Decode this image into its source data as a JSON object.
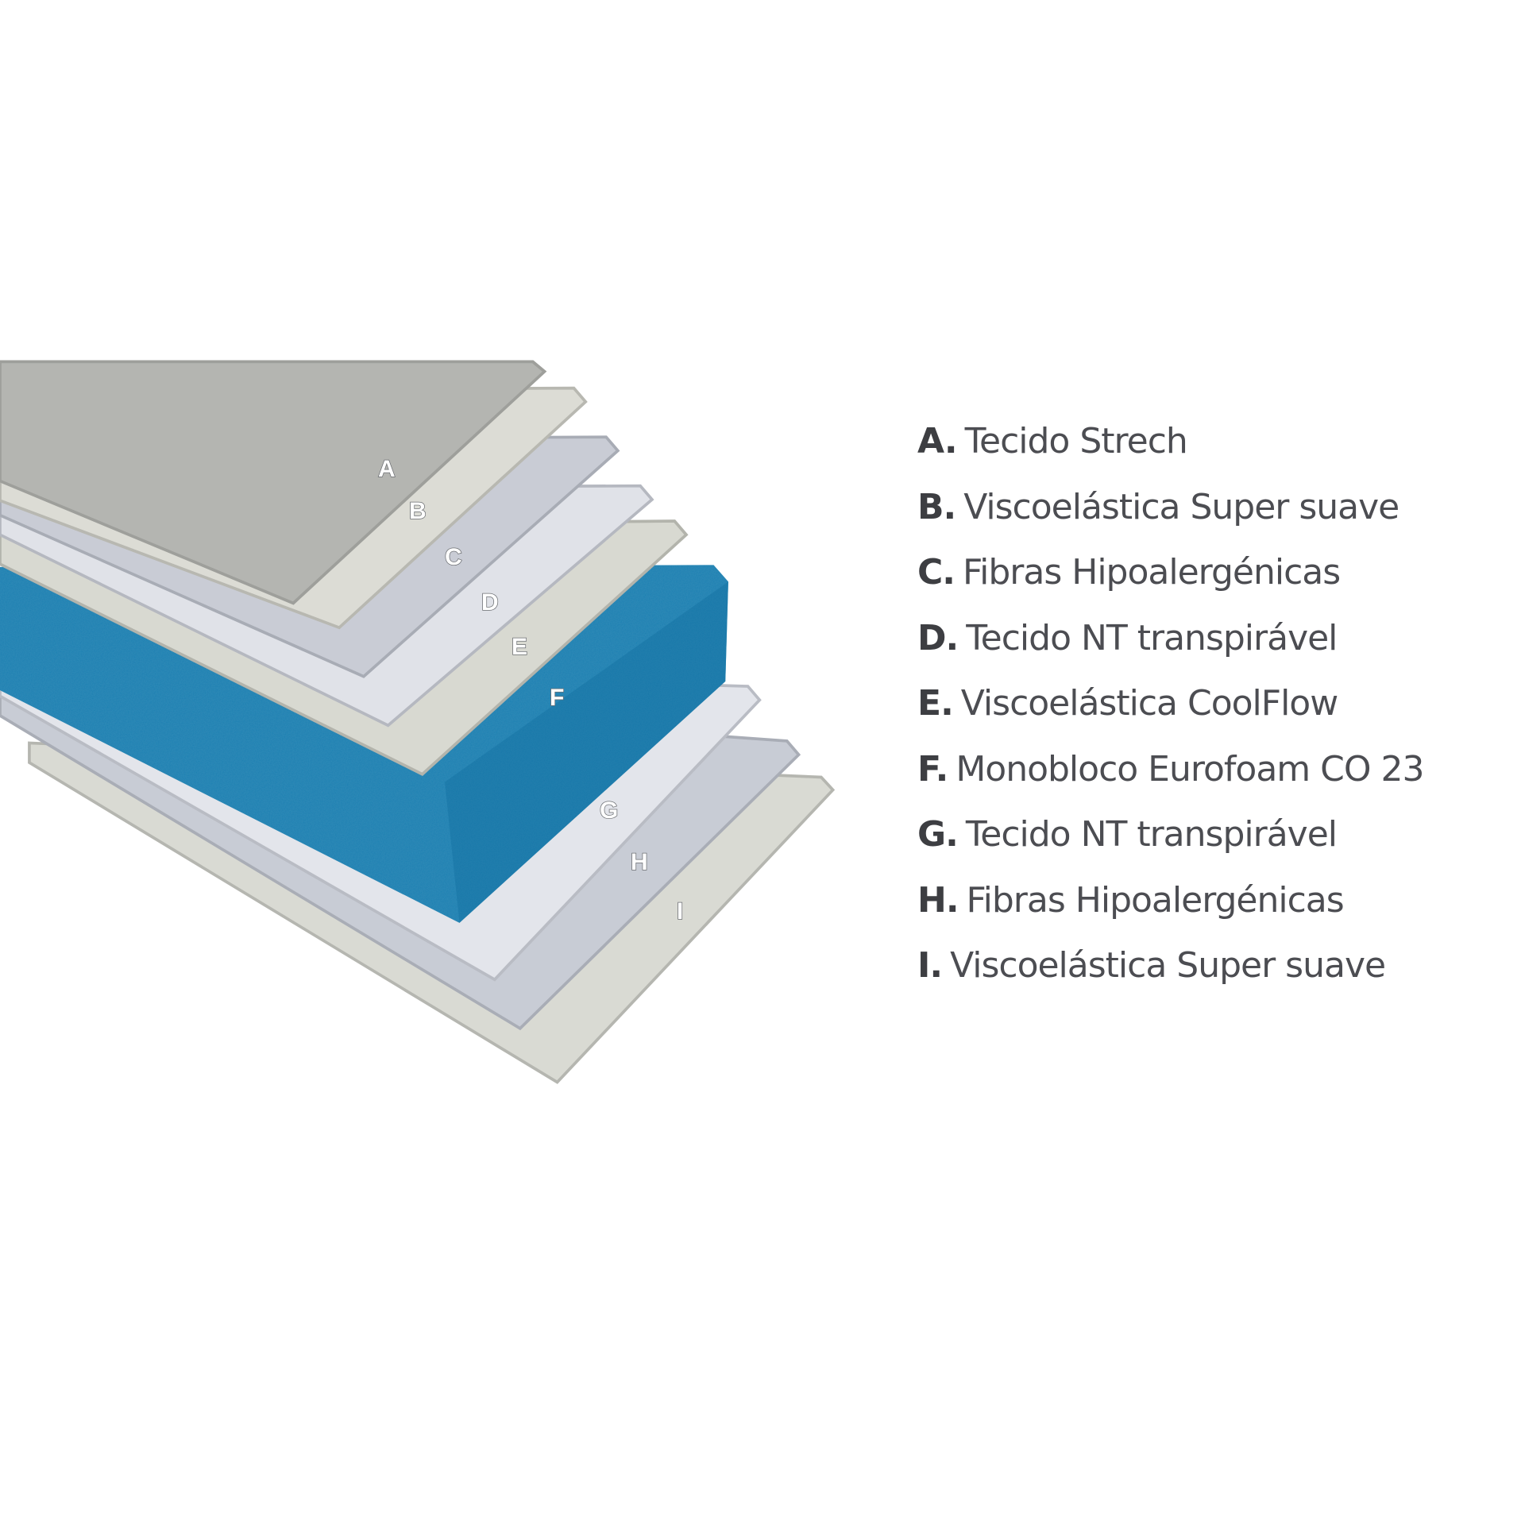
{
  "diagram": {
    "layers": [
      {
        "letter": "A",
        "name": "Tecido Strech",
        "color": "#b4b5b1"
      },
      {
        "letter": "B",
        "name": "Viscoelástica Super suave",
        "color": "#dcdcd5"
      },
      {
        "letter": "C",
        "name": "Fibras Hipoalergénicas",
        "color": "#c9ccd5"
      },
      {
        "letter": "D",
        "name": "Tecido NT transpirável",
        "color": "#e0e2e8"
      },
      {
        "letter": "E",
        "name": "Viscoelástica CoolFlow",
        "color": "#d8d9d1"
      },
      {
        "letter": "F",
        "name": "Monobloco Eurofoam CO 23",
        "color": "#1f80b2"
      },
      {
        "letter": "G",
        "name": "Tecido NT transpirável",
        "color": "#e3e5eb"
      },
      {
        "letter": "H",
        "name": "Fibras Hipoalergénicas",
        "color": "#c8ccd5"
      },
      {
        "letter": "I",
        "name": "Viscoelástica Super suave",
        "color": "#d9dad3"
      }
    ],
    "legend_separator": "."
  }
}
